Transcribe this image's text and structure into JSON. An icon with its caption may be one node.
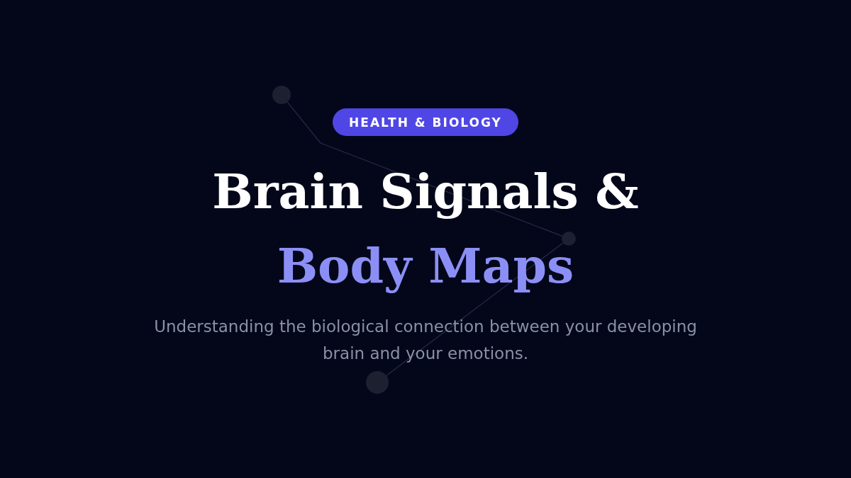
{
  "diagram": {
    "caption": "Understanding the biological connection between your developing brain and your emotions.",
    "nodes": [
      {
        "text": [],
        "shape": "circle"
      },
      {
        "text": [],
        "shape": "circle"
      },
      {
        "text": [],
        "shape": "circle"
      },
      {
        "text": [
          "HEALTH & BIOLOGY"
        ]
      }
    ],
    "edges": [
      {
        "from": 0,
        "to": 1,
        "arrow": "none"
      },
      {
        "from": 1,
        "to": 2,
        "arrow": "none"
      }
    ],
    "labels": [
      "Brain Signals &",
      "Body Maps"
    ]
  }
}
